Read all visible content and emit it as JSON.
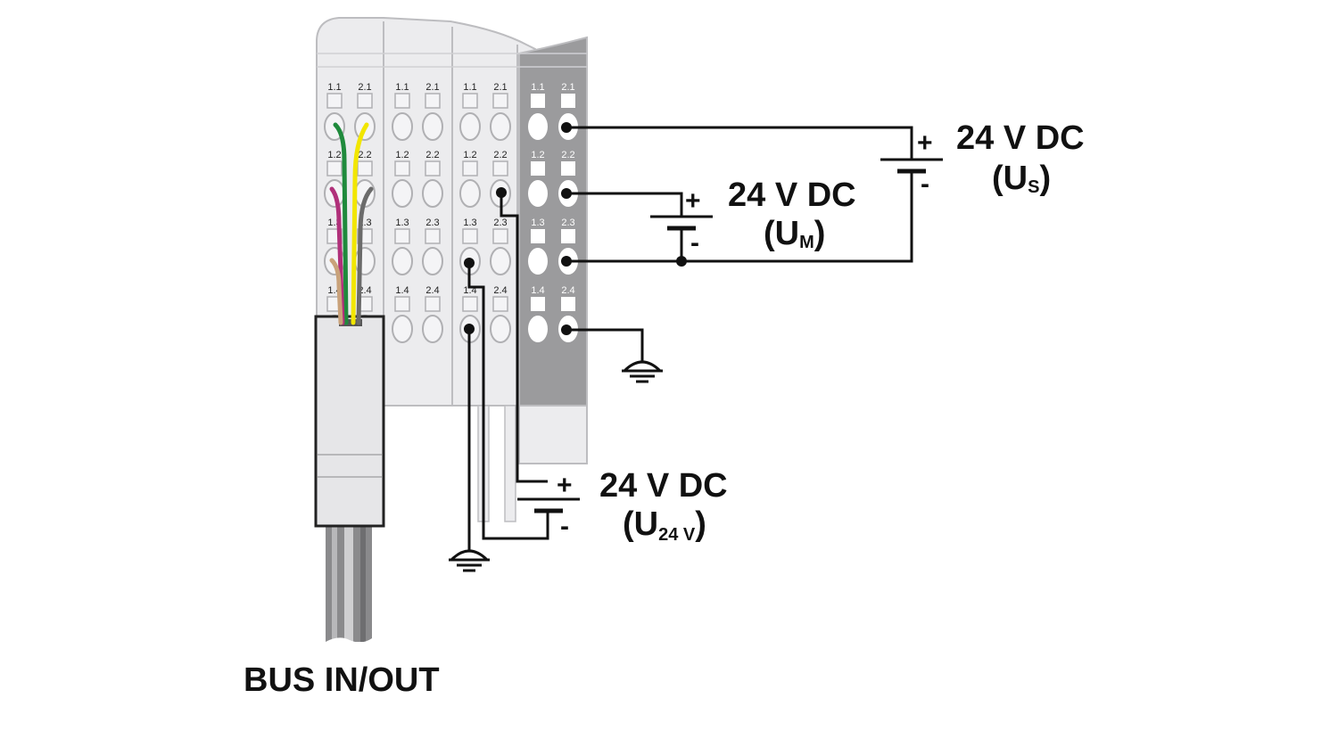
{
  "terminal_labels": {
    "row1": [
      "1.1",
      "2.1"
    ],
    "row2": [
      "1.2",
      "2.2"
    ],
    "row3": [
      "1.3",
      "2.3"
    ],
    "row4": [
      "1.4",
      "2.4"
    ]
  },
  "supplies": {
    "us": {
      "voltage": "24 V DC",
      "open": "(U",
      "sub": "S",
      "close": ")",
      "plus": "+",
      "minus": "-"
    },
    "um": {
      "voltage": "24 V DC",
      "open": "(U",
      "sub": "M",
      "close": ")",
      "plus": "+",
      "minus": "-"
    },
    "u24v": {
      "voltage": "24 V DC",
      "open": "(U",
      "sub": "24 V",
      "close": ")",
      "plus": "+",
      "minus": "-"
    }
  },
  "cable_label": "BUS IN/OUT",
  "colors": {
    "module_light": "#e8e8ea",
    "module_dark": "#9b9b9d",
    "outline": "#bdbdc0",
    "wire": "#111111",
    "wire_green": "#1f8a3c",
    "wire_yellow": "#f2e600",
    "wire_magenta": "#b0307a",
    "wire_gray": "#6b6b6b",
    "wire_tan": "#c9a27a"
  }
}
